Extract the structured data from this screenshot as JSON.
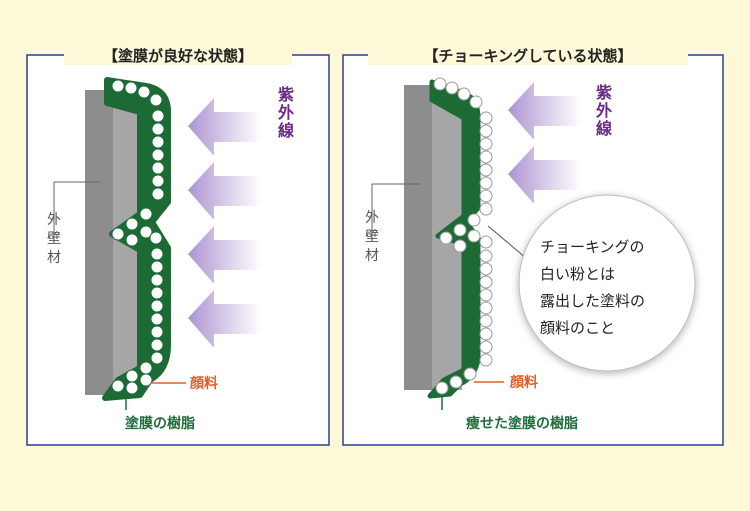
{
  "left_panel": {
    "title": "【塗膜が良好な状態】",
    "uv_label": [
      "紫",
      "外",
      "線"
    ],
    "wall_label": [
      "外",
      "壁",
      "材"
    ],
    "pigment_label": "顔料",
    "resin_label": "塗膜の樹脂"
  },
  "right_panel": {
    "title": "【チョーキングしている状態】",
    "uv_label": [
      "紫",
      "外",
      "線"
    ],
    "wall_label": [
      "外",
      "壁",
      "材"
    ],
    "pigment_label": "顔料",
    "resin_label": "痩せた塗膜の樹脂",
    "callout": [
      "チョーキングの",
      "白い粉とは",
      "露出した塗料の",
      "顔料のこと"
    ]
  },
  "colors": {
    "background": "#fdf9d8",
    "panel_border": "#2b3f8c",
    "wall": "#8d8d8d",
    "resin": "#1c6b35",
    "pigment_text": "#e0602a",
    "uv_text": "#6a2a8a",
    "uv_arrow": "#b9a6d8"
  }
}
